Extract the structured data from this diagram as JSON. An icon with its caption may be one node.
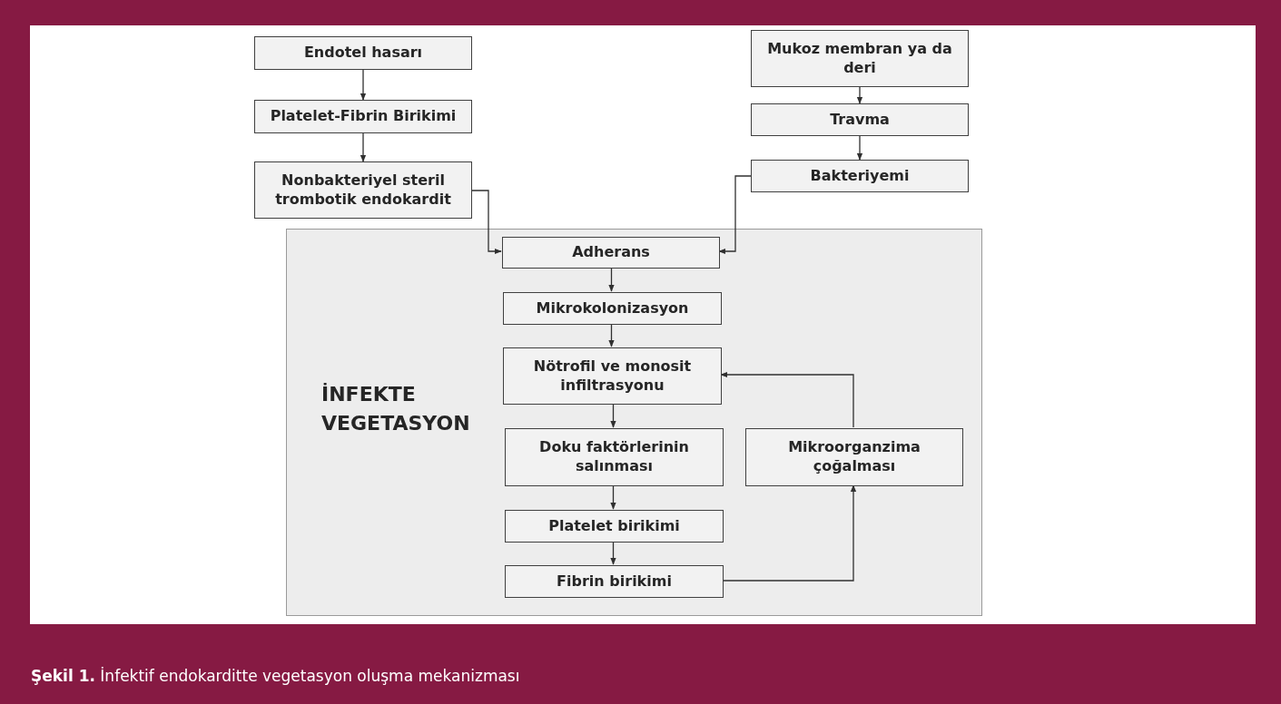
{
  "diagram": {
    "caption": "**Şekil 1.** İnfektif endokarditte vegetasyon oluşma mekanizması",
    "nodes": [
      {
        "text": [
          "Endotel hasarı"
        ]
      },
      {
        "text": [
          "Platelet-Fibrin Birikimi"
        ]
      },
      {
        "text": [
          "Nonbakteriyel steril trombotik endokardit"
        ]
      },
      {
        "text": [
          "Mukoz membran ya da deri"
        ]
      },
      {
        "text": [
          "Travma"
        ]
      },
      {
        "text": [
          "Bakteriyemi"
        ]
      },
      {
        "text": [
          "İNFEKTE VEGETASYON"
        ]
      },
      {
        "text": [
          "Adherans"
        ],
        "in": 6
      },
      {
        "text": [
          "Mikrokolonizasyon"
        ],
        "in": 6
      },
      {
        "text": [
          "Nötrofil ve monosit infiltrasyonu"
        ],
        "in": 6
      },
      {
        "text": [
          "Doku faktörlerinin salınması"
        ],
        "in": 6
      },
      {
        "text": [
          "Mikroorganzima çoğalması"
        ],
        "in": 6
      },
      {
        "text": [
          "Platelet birikimi"
        ],
        "in": 6
      },
      {
        "text": [
          "Fibrin birikimi"
        ],
        "in": 6
      }
    ],
    "edges": [
      {
        "from": 0,
        "to": 1,
        "arrow": "to"
      },
      {
        "from": 1,
        "to": 2,
        "arrow": "to"
      },
      {
        "from": 2,
        "to": 7,
        "arrow": "to"
      },
      {
        "from": 3,
        "to": 4,
        "arrow": "to"
      },
      {
        "from": 4,
        "to": 5,
        "arrow": "to"
      },
      {
        "from": 5,
        "to": 7,
        "arrow": "to"
      },
      {
        "from": 7,
        "to": 8,
        "arrow": "to"
      },
      {
        "from": 8,
        "to": 9,
        "arrow": "to"
      },
      {
        "from": 9,
        "to": 10,
        "arrow": "to"
      },
      {
        "from": 10,
        "to": 12,
        "arrow": "to"
      },
      {
        "from": 12,
        "to": 13,
        "arrow": "to"
      },
      {
        "from": 13,
        "to": 11,
        "arrow": "to"
      },
      {
        "from": 11,
        "to": 9,
        "arrow": "to"
      }
    ]
  }
}
